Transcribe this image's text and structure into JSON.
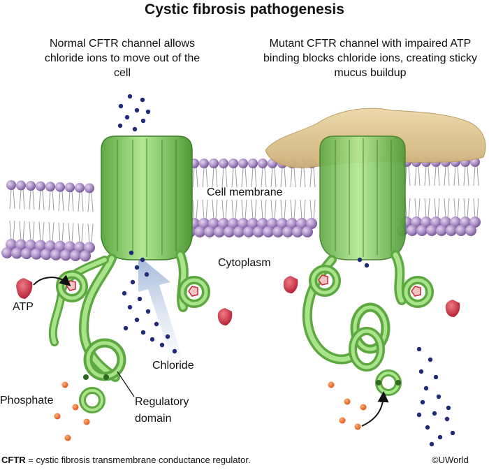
{
  "title": "Cystic fibrosis pathogenesis",
  "captions": {
    "normal": "Normal CFTR channel allows chloride ions to move out of the cell",
    "mutant": "Mutant CFTR channel with impaired ATP binding blocks chloride ions, creating sticky mucus buildup"
  },
  "labels": {
    "cell_membrane": "Cell membrane",
    "cytoplasm": "Cytoplasm",
    "atp": "ATP",
    "chloride": "Chloride",
    "phosphate": "Phosphate",
    "regulatory_domain_line1": "Regulatory",
    "regulatory_domain_line2": "domain"
  },
  "footnote": {
    "abbr": "CFTR",
    "definition": " = cystic fibrosis transmembrane conductance regulator."
  },
  "copyright": "©UWorld",
  "colors": {
    "lipid_head": "#a98bc4",
    "lipid_head_dark": "#7b5a9c",
    "protein_green": "#8fd26a",
    "protein_dark": "#4f9a35",
    "chloride_ion": "#1f2a7a",
    "atp": "#c8283c",
    "phosphate": "#f26a1b",
    "mucus": "#dfc48f",
    "flow_arrow": "#a9bedc"
  }
}
